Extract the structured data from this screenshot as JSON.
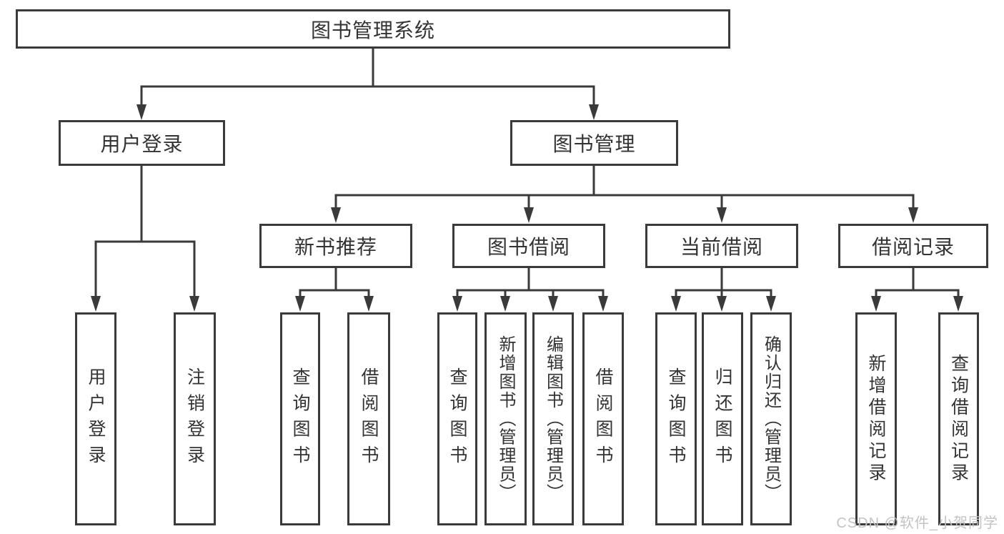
{
  "diagram": {
    "root": {
      "label": "图书管理系统"
    },
    "level2": [
      {
        "label": "用户登录"
      },
      {
        "label": "图书管理"
      }
    ],
    "level3": [
      {
        "label": "新书推荐"
      },
      {
        "label": "图书借阅"
      },
      {
        "label": "当前借阅"
      },
      {
        "label": "借阅记录"
      }
    ],
    "leaves": {
      "user_login": {
        "label": "用户登录"
      },
      "logout": {
        "label": "注销登录"
      },
      "rec_query_book": {
        "label": "查询图书"
      },
      "rec_borrow_book": {
        "label": "借阅图书"
      },
      "bor_query_book": {
        "label": "查询图书"
      },
      "bor_add_book": {
        "label": "新增图书（管理员）"
      },
      "bor_edit_book": {
        "label": "编辑图书（管理员）"
      },
      "bor_borrow_book": {
        "label": "借阅图书"
      },
      "cur_query_book": {
        "label": "查询图书"
      },
      "cur_return_book": {
        "label": "归还图书"
      },
      "cur_confirm_return": {
        "label": "确认归还（管理员）"
      },
      "recd_add_record": {
        "label": "新增借阅记录"
      },
      "recd_query_record": {
        "label": "查询借阅记录"
      }
    }
  },
  "watermark": {
    "text": "CSDN @软件_小贺同学"
  },
  "colors": {
    "line": "#3a3a3a",
    "text": "#333333",
    "background": "#ffffff",
    "watermark": "#c3c3c3"
  }
}
